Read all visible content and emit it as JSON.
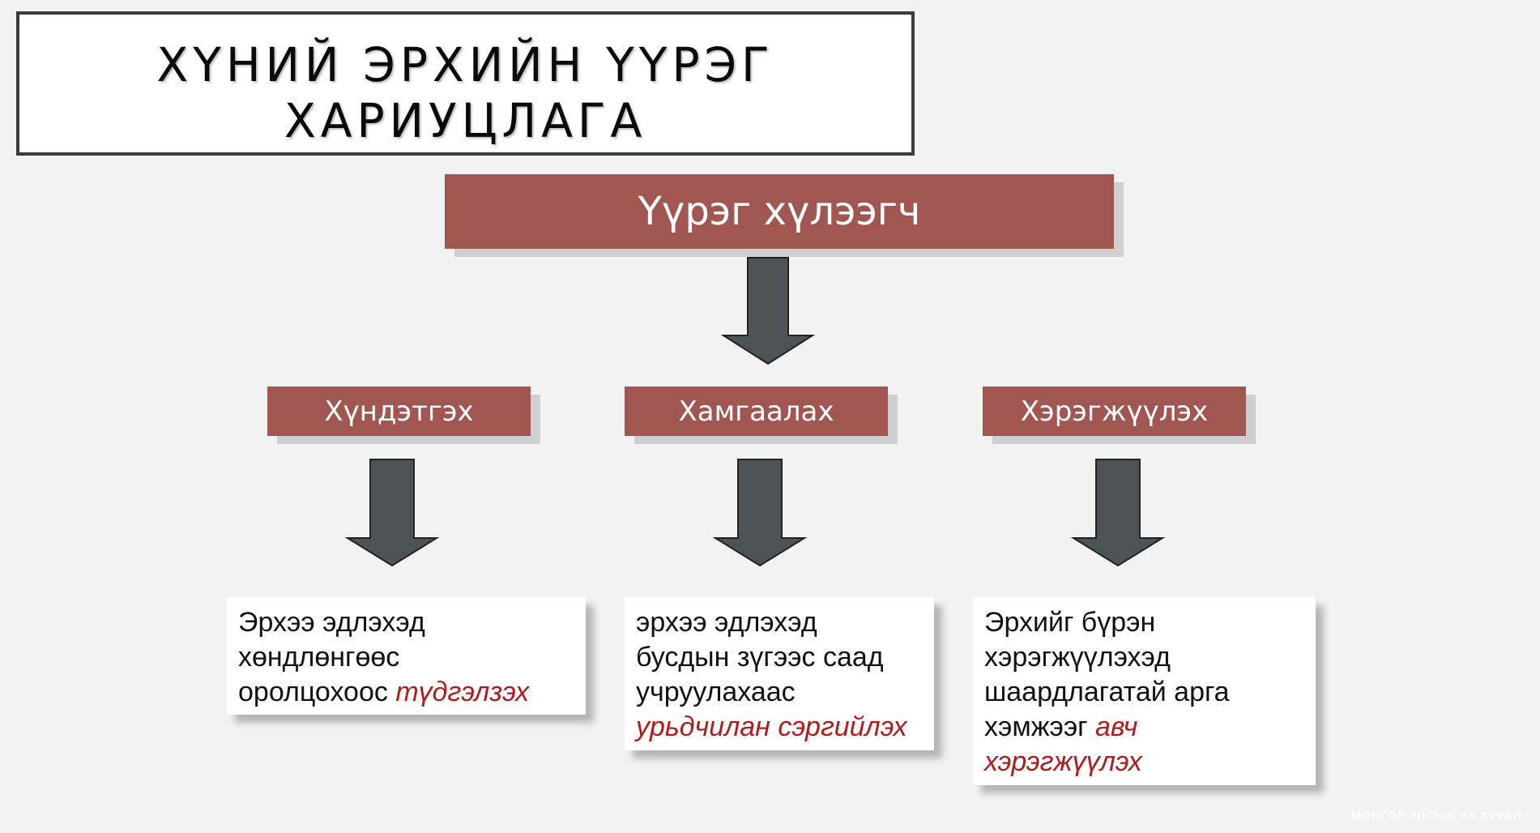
{
  "title": {
    "line1": "ХҮНИЙ ЭРХИЙН ҮҮРЭГ",
    "line2": "ХАРИУЦЛАГА"
  },
  "top_node": {
    "label": "Үүрэг хүлээгч"
  },
  "columns": [
    {
      "label": "Хүндэтгэх",
      "lines": [
        "Эрхээ эдлэхэд",
        "хөндлөнгөөс"
      ],
      "tail_plain": "оролцохоос ",
      "tail_highlight": "түдгэлзэх"
    },
    {
      "label": "Хамгаалах",
      "lines": [
        "эрхээ эдлэхэд",
        "бусдын зүгээс  саад",
        "учруулахаас"
      ],
      "tail_plain": "",
      "tail_highlight": "урьдчилан сэргийлэх"
    },
    {
      "label": "Хэрэгжүүлэх",
      "lines": [
        "Эрхийг бүрэн",
        "хэрэгжүүлэхэд",
        "шаардлагатай  арга"
      ],
      "tail_plain": "хэмжээг ",
      "tail_highlight": "авч",
      "extra_highlight": "хэрэгжүүлэх"
    }
  ],
  "watermark": "МОНГОЛ УЛСЫН ИХ ХУРАЛ",
  "colors": {
    "node_fill": "#a25651",
    "arrow_fill": "#4b5357",
    "highlight_text": "#b01c1c"
  }
}
